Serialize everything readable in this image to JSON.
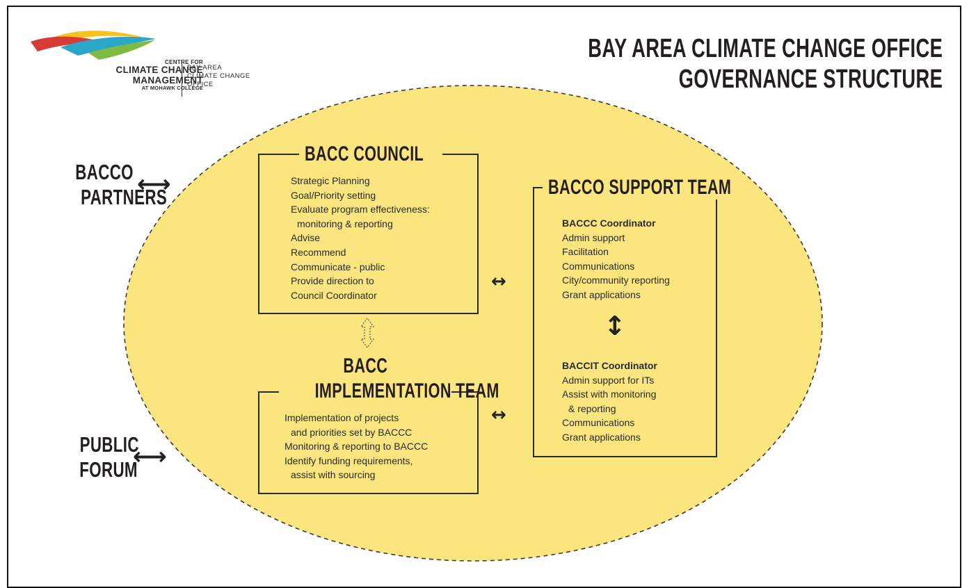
{
  "logo": {
    "line1": "CENTRE FOR",
    "line2": "CLIMATE CHANGE",
    "line3": "MANAGEMENT",
    "line4": "AT MOHAWK COLLEGE",
    "office_line1": "BAY AREA",
    "office_line2": "CLIMATE CHANGE",
    "office_line3": "OFFICE",
    "wave_colors": [
      "#f7c21b",
      "#d83a36",
      "#2aa7c9",
      "#7dbb42"
    ]
  },
  "title": {
    "line1": "BAY AREA CLIMATE CHANGE OFFICE",
    "line2": "GOVERNANCE STRUCTURE"
  },
  "colors": {
    "ellipse_fill": "#fbe57e",
    "ellipse_stroke": "#3a3a3a",
    "text": "#231f20"
  },
  "partners": {
    "line1": "BACCO",
    "line2": "PARTNERS",
    "arrow": "⟷"
  },
  "public_forum": {
    "line1": "PUBLIC",
    "line2": "FORUM",
    "arrow": "⟷"
  },
  "council": {
    "title": "BACC COUNCIL",
    "items": [
      "Strategic Planning",
      "Goal/Priority setting",
      "Evaluate program effectiveness:",
      "  monitoring & reporting",
      "Advise",
      "Recommend",
      "Communicate - public",
      "Provide direction to",
      "Council Coordinator"
    ]
  },
  "implementation": {
    "title_line1": "BACC",
    "title_line2": "IMPLEMENTATION TEAM",
    "items": [
      "Implementation of projects",
      "  and priorities set by BACCC",
      "Monitoring & reporting to BACCC",
      "Identify funding requirements,",
      "  assist with sourcing"
    ]
  },
  "support": {
    "title": "BACCO SUPPORT TEAM",
    "coordinator1": {
      "heading": "BACCC Coordinator",
      "items": [
        "Admin support",
        "Facilitation",
        "Communications",
        "City/community reporting",
        "Grant applications"
      ]
    },
    "coordinator2": {
      "heading": "BACCIT Coordinator",
      "items": [
        "Admin support for ITs",
        "Assist with monitoring",
        "  & reporting",
        "Communications",
        "Grant applications"
      ]
    }
  },
  "connectors": {
    "council_support": "↔",
    "impl_support": "↔",
    "coordinators": "↕"
  }
}
